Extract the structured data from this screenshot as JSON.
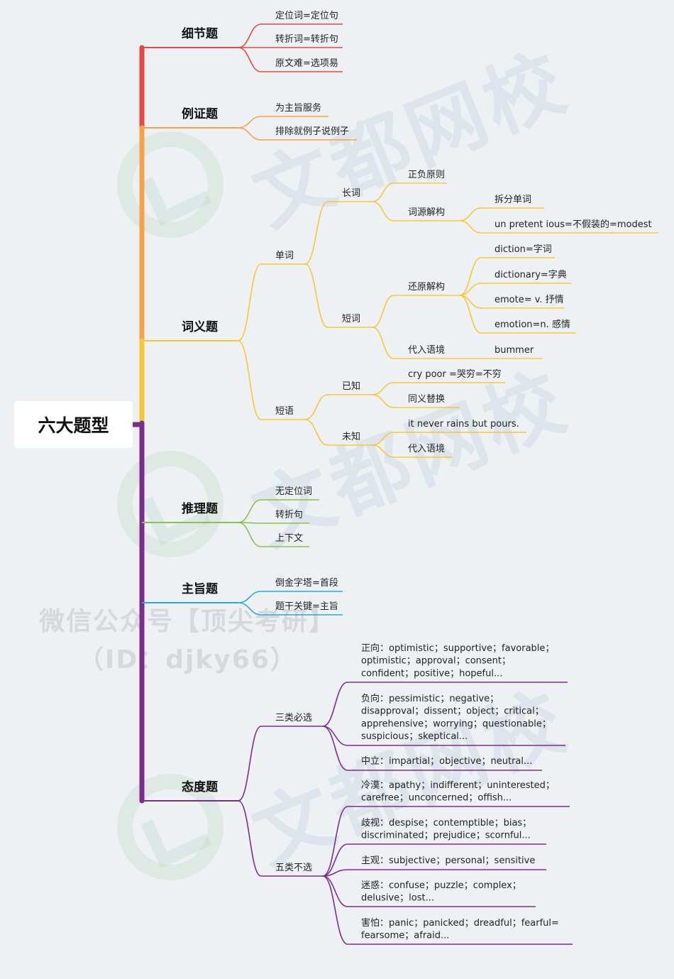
{
  "root": {
    "label": "六大题型"
  },
  "branches": [
    {
      "id": "xijie",
      "label": "细节题",
      "color": "#e84640",
      "children": [
        {
          "label": "定位词=定位句"
        },
        {
          "label": "转折词=转折句"
        },
        {
          "label": "原文难=选项易"
        }
      ]
    },
    {
      "id": "lizheng",
      "label": "例证题",
      "color": "#f7a24a",
      "children": [
        {
          "label": "为主旨服务"
        },
        {
          "label": "排除就例子说例子"
        }
      ]
    },
    {
      "id": "ciyi",
      "label": "词义题",
      "color": "#f7c737",
      "children": [
        {
          "label": "单词",
          "children": [
            {
              "label": "长词",
              "children": [
                {
                  "label": "正负原则"
                },
                {
                  "label": "词源解构",
                  "children": [
                    {
                      "label": "拆分单词"
                    },
                    {
                      "label": "un pretent ious=不假装的=modest"
                    }
                  ]
                }
              ]
            },
            {
              "label": "短词",
              "children": [
                {
                  "label": "还原解构",
                  "children": [
                    {
                      "label": "diction=字词"
                    },
                    {
                      "label": "dictionary=字典"
                    },
                    {
                      "label": "emote= v. 抒情"
                    },
                    {
                      "label": "emotion=n. 感情"
                    }
                  ]
                },
                {
                  "label": "代入语境",
                  "children": [
                    {
                      "label": "bummer"
                    }
                  ]
                }
              ]
            }
          ]
        },
        {
          "label": "短语",
          "children": [
            {
              "label": "已知",
              "children": [
                {
                  "label": "cry poor =哭穷=不穷"
                },
                {
                  "label": "同义替换"
                }
              ]
            },
            {
              "label": "未知",
              "children": [
                {
                  "label": "it never rains but pours."
                },
                {
                  "label": "代入语境"
                }
              ]
            }
          ]
        }
      ]
    },
    {
      "id": "tuili",
      "label": "推理题",
      "color": "#8cc04a",
      "children": [
        {
          "label": "无定位词"
        },
        {
          "label": "转折句"
        },
        {
          "label": "上下文"
        }
      ]
    },
    {
      "id": "zhuzhi",
      "label": "主旨题",
      "color": "#2aa9d8",
      "children": [
        {
          "label": "倒金字塔=首段"
        },
        {
          "label": "题干关键=主旨"
        }
      ]
    },
    {
      "id": "taidu",
      "label": "态度题",
      "color": "#7b2d8e",
      "children": [
        {
          "label": "三类必选",
          "children": [
            {
              "lines": [
                "正向：optimistic；supportive；favorable；",
                "optimistic；approval；consent；",
                "confident；positive；hopeful..."
              ]
            },
            {
              "lines": [
                "负向：pessimistic；negative；",
                "disapproval；dissent；object；critical；",
                "apprehensive；worrying；questionable；",
                "suspicious；skeptical..."
              ]
            },
            {
              "lines": [
                "中立：impartial；objective；neutral..."
              ]
            }
          ]
        },
        {
          "label": "五类不选",
          "children": [
            {
              "lines": [
                "冷漠：apathy；indifferent；uninterested；",
                "carefree；unconcerned；offish..."
              ]
            },
            {
              "lines": [
                "歧视：despise；contemptible；bias；",
                "discriminated；prejudice；scornful..."
              ]
            },
            {
              "lines": [
                "主观：subjective；personal；sensitive"
              ]
            },
            {
              "lines": [
                "迷惑：confuse；puzzle；complex；",
                "delusive；lost..."
              ]
            },
            {
              "lines": [
                "害怕：panic；panicked；dreadful；fearful=",
                "fearsome；afraid..."
              ]
            }
          ]
        }
      ]
    }
  ],
  "watermark": {
    "brand": "文都网校",
    "line1": "微信公众号【顶尖考研】",
    "line2": "（ID：djky66）"
  }
}
